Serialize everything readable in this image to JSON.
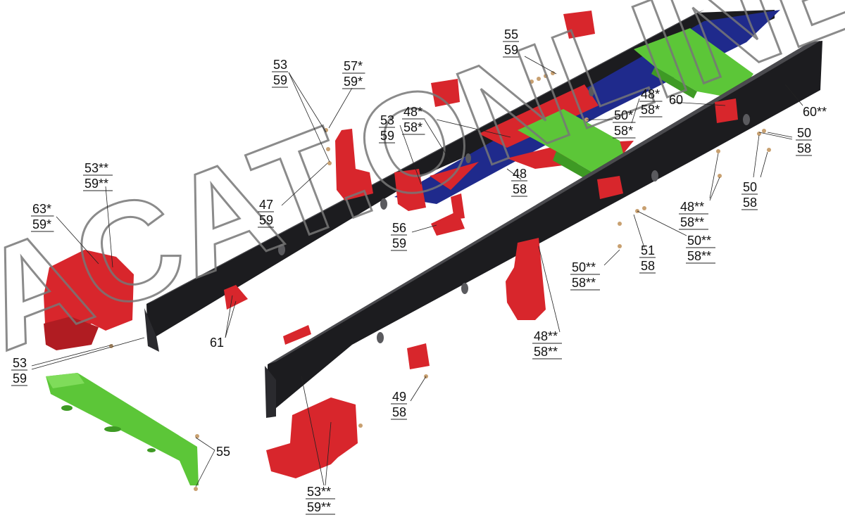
{
  "watermark": "ACAT.ONLINE",
  "colors": {
    "frame": "#1c1c1f",
    "frame_top": "#4a4a4e",
    "inner": "#1f2a8c",
    "bracket_red": "#d8262c",
    "crossmember_green": "#5cc638",
    "bolt": "#c8a070"
  },
  "callouts": [
    {
      "id": "c55a",
      "top": "55",
      "bottom": "59"
    },
    {
      "id": "c53a",
      "top": "53",
      "bottom": "59"
    },
    {
      "id": "c57",
      "top": "57*",
      "bottom": "59*"
    },
    {
      "id": "c53b",
      "top": "53",
      "bottom": "59"
    },
    {
      "id": "c48s",
      "top": "48*",
      "bottom": "58*"
    },
    {
      "id": "c48s2",
      "top": "48*",
      "bottom": "58*"
    },
    {
      "id": "c60",
      "top": "60",
      "bottom": ""
    },
    {
      "id": "c60ss",
      "top": "60**",
      "bottom": ""
    },
    {
      "id": "c50s",
      "top": "50*",
      "bottom": "58*"
    },
    {
      "id": "c50a",
      "top": "50",
      "bottom": "58"
    },
    {
      "id": "c50b",
      "top": "50",
      "bottom": "58"
    },
    {
      "id": "c48",
      "top": "48",
      "bottom": "58"
    },
    {
      "id": "c53ss",
      "top": "53**",
      "bottom": "59**"
    },
    {
      "id": "c63",
      "top": "63*",
      "bottom": "59*"
    },
    {
      "id": "c47",
      "top": "47",
      "bottom": "59"
    },
    {
      "id": "c56",
      "top": "56",
      "bottom": "59"
    },
    {
      "id": "c48ss",
      "top": "48**",
      "bottom": "58**"
    },
    {
      "id": "c50ss",
      "top": "50**",
      "bottom": "58**"
    },
    {
      "id": "c51",
      "top": "51",
      "bottom": "58"
    },
    {
      "id": "c50ss2",
      "top": "50**",
      "bottom": "58**"
    },
    {
      "id": "c61",
      "top": "61",
      "bottom": ""
    },
    {
      "id": "c53c",
      "top": "53",
      "bottom": "59"
    },
    {
      "id": "c48ss2",
      "top": "48**",
      "bottom": "58**"
    },
    {
      "id": "c49",
      "top": "49",
      "bottom": "58"
    },
    {
      "id": "c55b",
      "top": "55",
      "bottom": ""
    },
    {
      "id": "c53ss2",
      "top": "53**",
      "bottom": "59**"
    }
  ]
}
